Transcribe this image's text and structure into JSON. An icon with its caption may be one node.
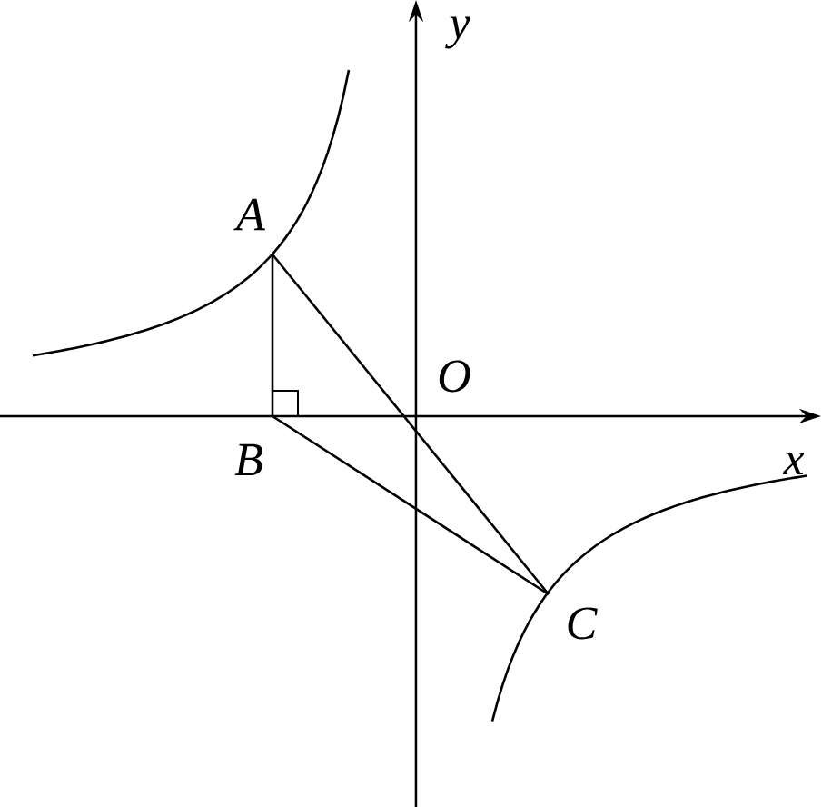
{
  "diagram": {
    "nodes": [
      {
        "text": [
          "A"
        ]
      },
      {
        "text": [
          "O"
        ]
      },
      {
        "text": [
          "B"
        ]
      },
      {
        "text": [
          "C"
        ]
      }
    ],
    "edges": [
      {
        "from": 0,
        "to": 2,
        "arrow": "none"
      },
      {
        "from": 0,
        "to": 3,
        "arrow": "none"
      },
      {
        "from": 2,
        "to": 3,
        "arrow": "none"
      }
    ],
    "labels": [
      "y",
      "x"
    ]
  }
}
